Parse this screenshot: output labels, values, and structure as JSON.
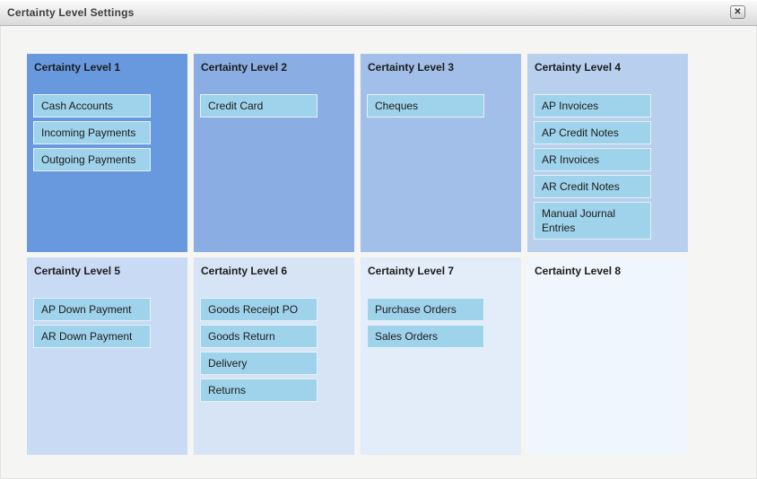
{
  "window": {
    "title": "Certainty Level Settings",
    "close_icon": "✕"
  },
  "colors": {
    "item_box_bg": "#9fd2eb",
    "item_box_border": "#e4f2f8",
    "text": "#1c1c1c"
  },
  "panels": [
    {
      "title": "Certainty Level 1",
      "color": "#6899df",
      "items": [
        "Cash Accounts",
        "Incoming Payments",
        "Outgoing Payments"
      ]
    },
    {
      "title": "Certainty Level 2",
      "color": "#8aade3",
      "items": [
        "Credit Card"
      ]
    },
    {
      "title": "Certainty Level 3",
      "color": "#a2bfe9",
      "items": [
        "Cheques"
      ]
    },
    {
      "title": "Certainty Level 4",
      "color": "#b8d0ee",
      "items": [
        "AP Invoices",
        "AP Credit Notes",
        "AR Invoices",
        "AR Credit Notes",
        "Manual Journal Entries"
      ]
    },
    {
      "title": "Certainty Level 5",
      "color": "#c9daf4",
      "items": [
        "AP Down Payment",
        "AR Down Payment"
      ]
    },
    {
      "title": "Certainty Level 6",
      "color": "#d7e4f6",
      "items": [
        "Goods Receipt PO",
        "Goods Return",
        "Delivery",
        "Returns"
      ]
    },
    {
      "title": "Certainty Level 7",
      "color": "#e3ecf9",
      "items": [
        "Purchase Orders",
        "Sales Orders"
      ]
    },
    {
      "title": "Certainty Level 8",
      "color": "#f0f6fd",
      "items": []
    }
  ]
}
